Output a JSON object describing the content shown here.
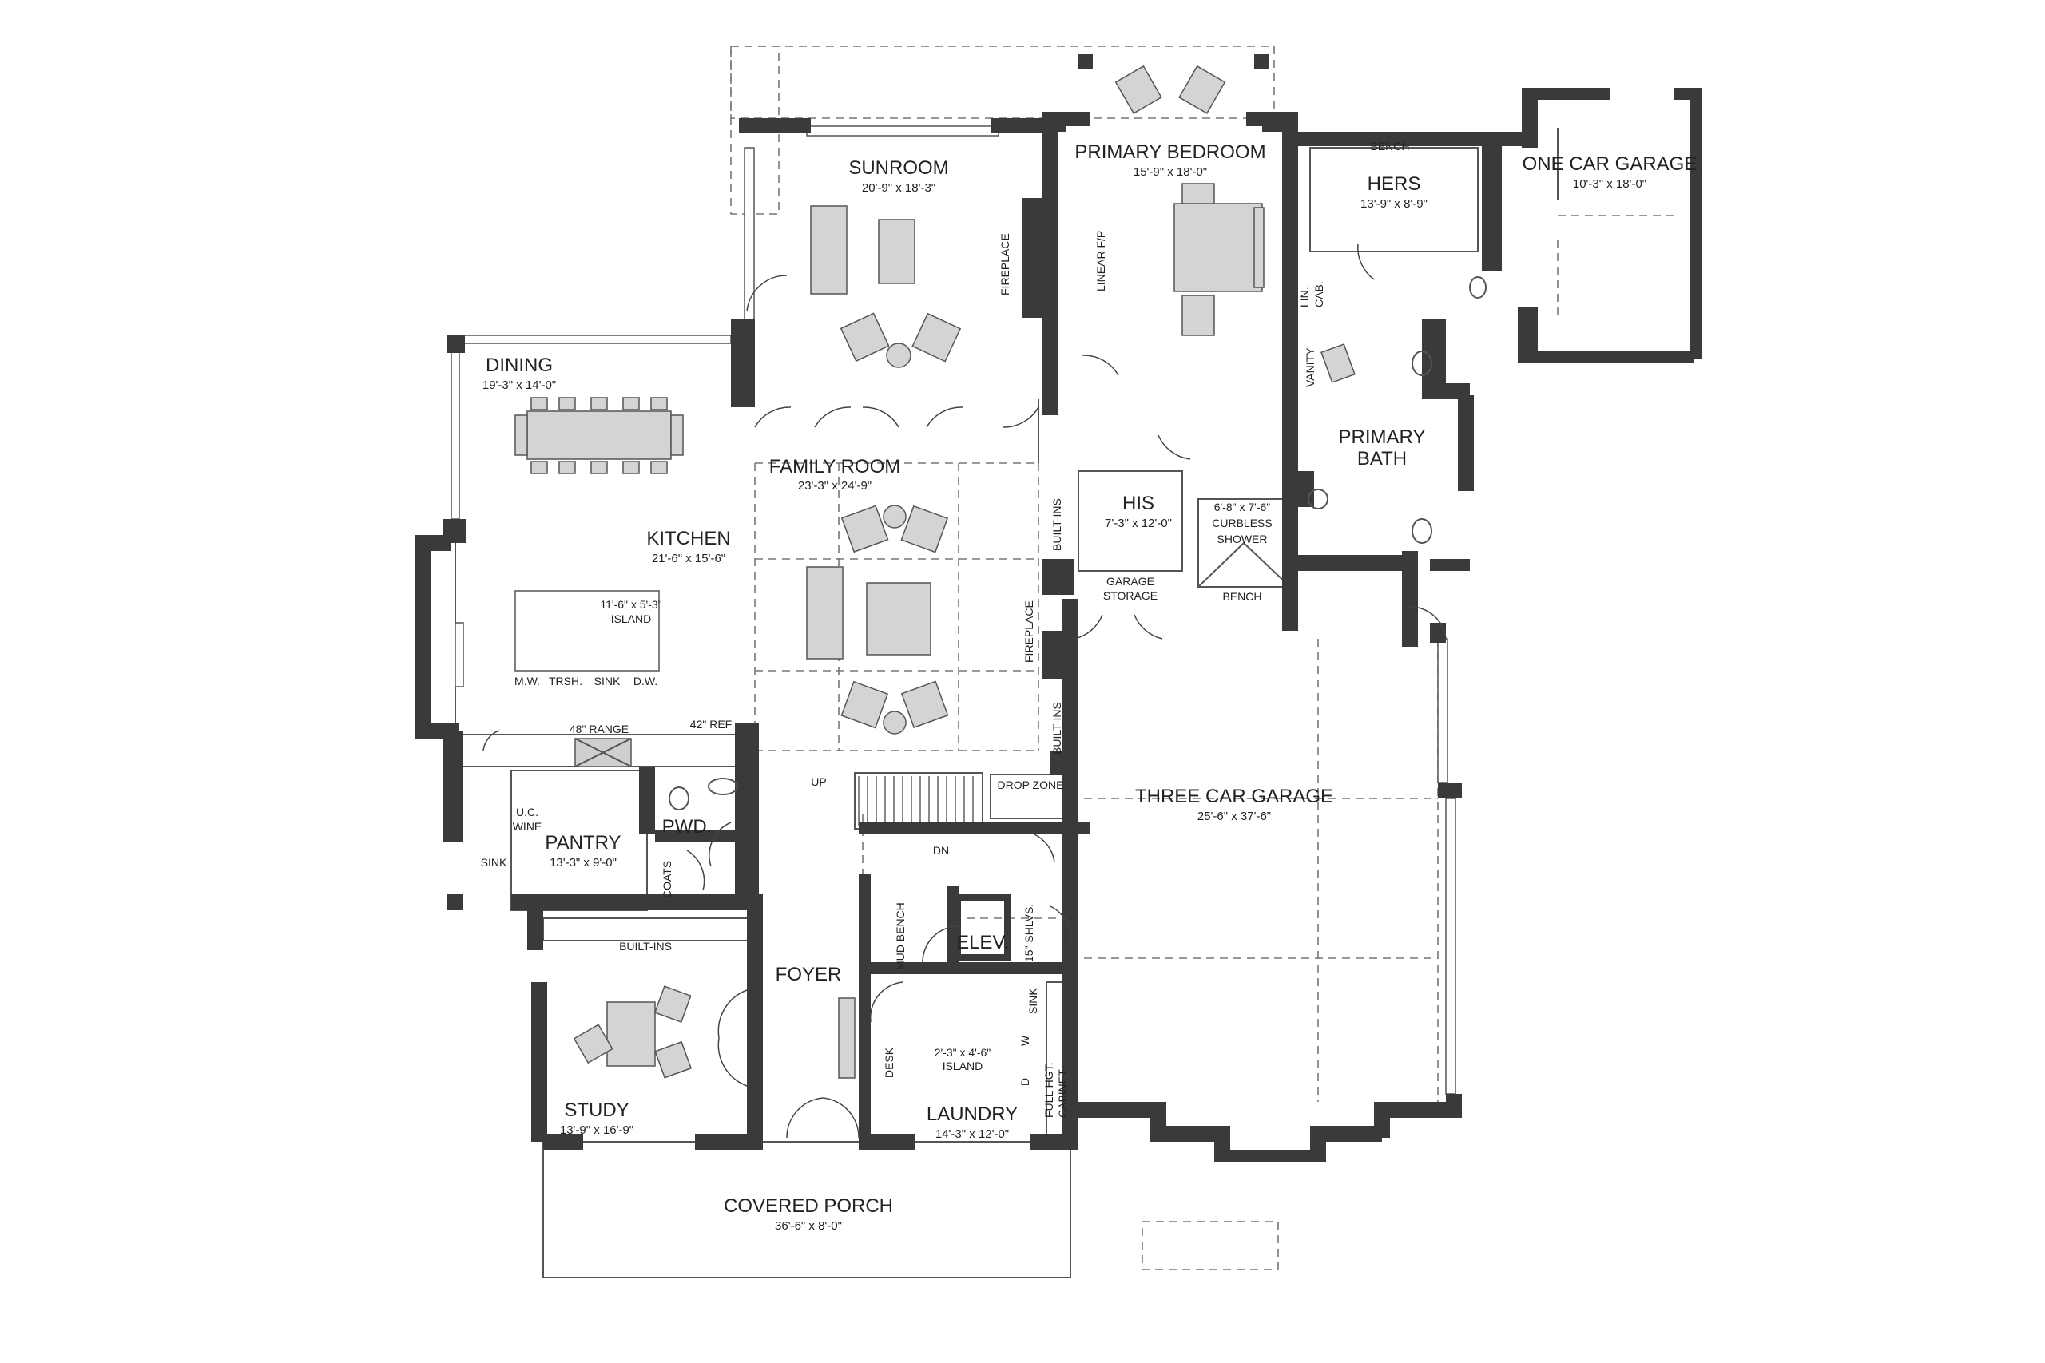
{
  "rooms": {
    "sunroom": {
      "name": "SUNROOM",
      "dims": "20'-9\" x 18'-3\""
    },
    "primary_bedroom": {
      "name": "PRIMARY BEDROOM",
      "dims": "15'-9\" x 18'-0\""
    },
    "hers": {
      "name": "HERS",
      "dims": "13'-9\" x 8'-9\""
    },
    "one_car_garage": {
      "name": "ONE CAR GARAGE",
      "dims": "10'-3\" x 18'-0\""
    },
    "dining": {
      "name": "DINING",
      "dims": "19'-3\" x 14'-0\""
    },
    "family_room": {
      "name": "FAMILY ROOM",
      "dims": "23'-3\" x 24'-9\""
    },
    "kitchen": {
      "name": "KITCHEN",
      "dims": "21'-6\" x 15'-6\""
    },
    "his": {
      "name": "HIS",
      "dims": "7'-3\" x 12'-0\""
    },
    "primary_bath": {
      "name": "PRIMARY",
      "name2": "BATH"
    },
    "shower": {
      "dims": "6'-8\" x 7'-6\"",
      "name": "CURBLESS",
      "name2": "SHOWER"
    },
    "garage_storage": {
      "name": "GARAGE",
      "name2": "STORAGE"
    },
    "three_car_garage": {
      "name": "THREE CAR GARAGE",
      "dims": "25'-6\" x 37'-6\""
    },
    "pantry": {
      "name": "PANTRY",
      "dims": "13'-3\" x 9'-0\""
    },
    "pwd": {
      "name": "PWD."
    },
    "foyer": {
      "name": "FOYER"
    },
    "elev": {
      "name": "ELEV."
    },
    "study": {
      "name": "STUDY",
      "dims": "13'-9\" x 16'-9\""
    },
    "laundry": {
      "name": "LAUNDRY",
      "dims": "14'-3\" x 12'-0\""
    },
    "covered_porch": {
      "name": "COVERED PORCH",
      "dims": "36'-6\" x 8'-0\""
    }
  },
  "fixtures": {
    "fireplace_sunroom": "FIREPLACE",
    "linear_fp": "LINEAR F/P",
    "bench_hers": "BENCH",
    "bench_shower": "BENCH",
    "lin_cab": "LIN.",
    "lin_cab2": "CAB.",
    "vanity": "VANITY",
    "built_ins_upper": "BUILT-INS",
    "built_ins_lower": "BUILT-INS",
    "fireplace_family": "FIREPLACE",
    "island_dims": "11'-6\" x 5'-3\"",
    "island_label": "ISLAND",
    "mw": "M.W.",
    "trsh": "TRSH.",
    "sink_kitchen": "SINK",
    "dw": "D.W.",
    "range": "48\" RANGE",
    "ref": "42\" REF",
    "up": "UP",
    "drop_zone": "DROP ZONE",
    "uc_wine": "U.C.",
    "uc_wine2": "WINE",
    "sink_pantry": "SINK",
    "coats": "COATS",
    "dn": "DN",
    "mud_bench": "MUD BENCH",
    "shlvs": "15\" SHLVS.",
    "built_ins_study": "BUILT-INS",
    "desk": "DESK",
    "laundry_island_dims": "2'-3\" x 4'-6\"",
    "laundry_island": "ISLAND",
    "d": "D",
    "w": "W",
    "sink_laundry": "SINK",
    "full_hgt_cabinet": "FULL HGT.",
    "full_hgt_cabinet2": "CABINET"
  }
}
